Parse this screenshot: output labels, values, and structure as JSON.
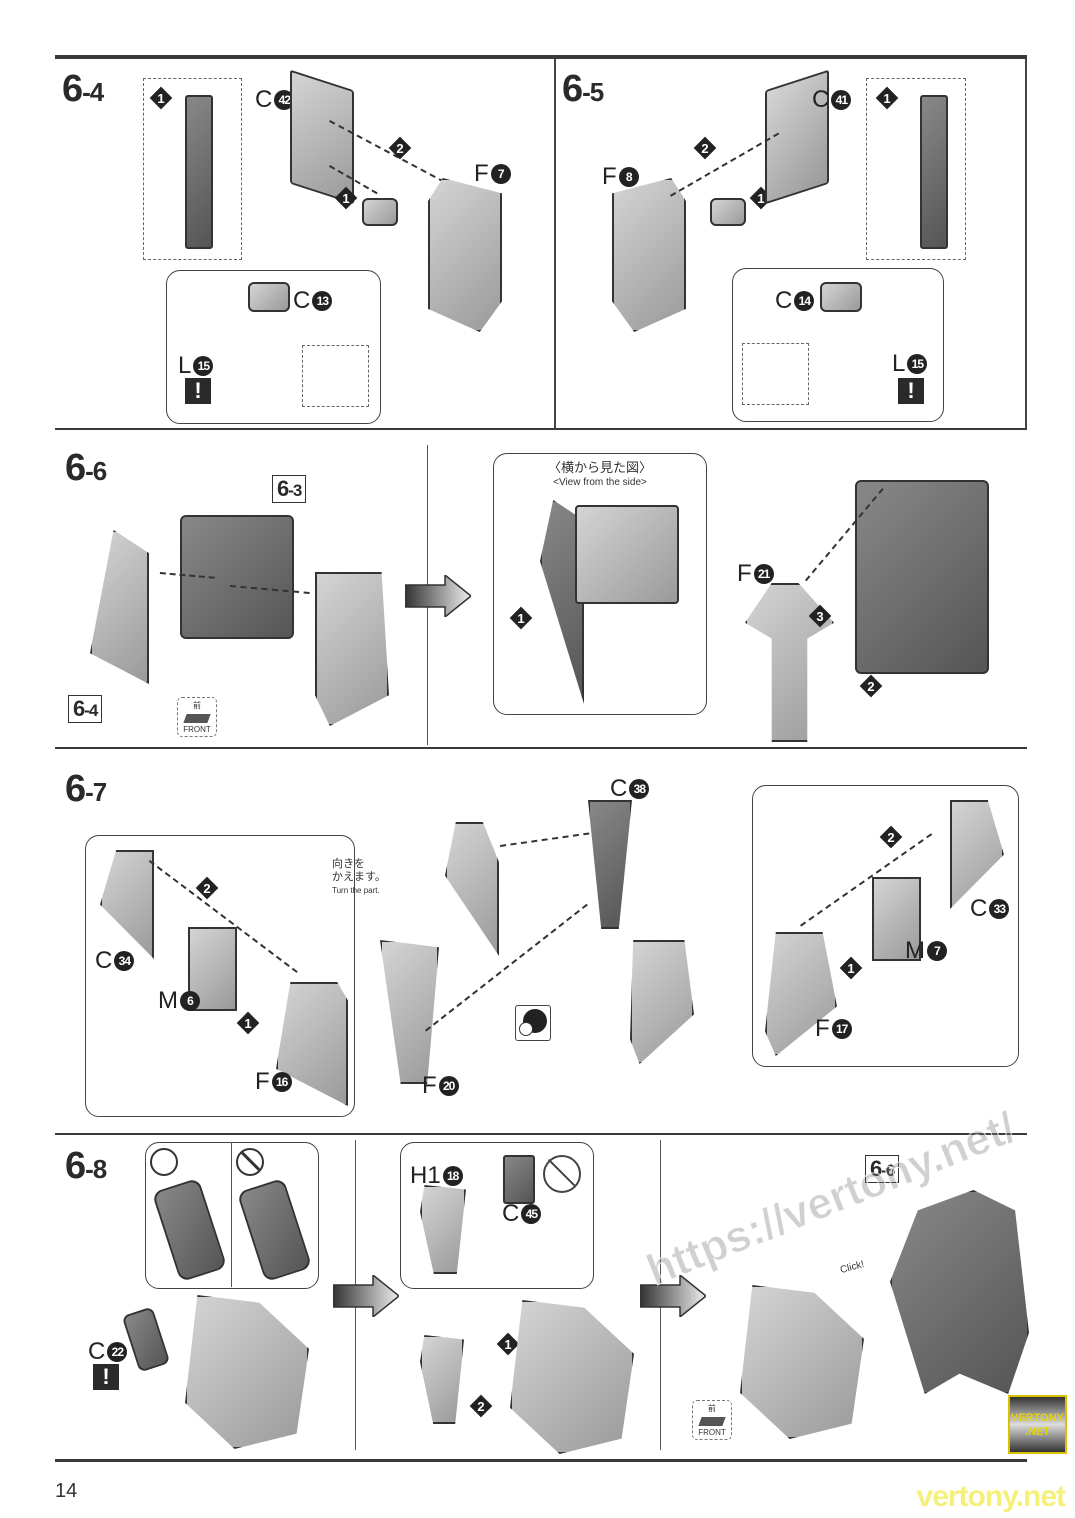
{
  "page": {
    "number": "14",
    "watermark_text": "vertony.net",
    "watermark_diag": "https://vertony.net/",
    "watermark_logo": [
      "VERTONY",
      ".NET"
    ],
    "colors": {
      "rule": "#3a3a3a",
      "watermark_yellow": "#f4f07a",
      "logo_gold": "#e6d300"
    }
  },
  "steps": {
    "s64": {
      "major": "6",
      "minor": "-4",
      "labels": {
        "c42": {
          "letter": "C",
          "num": "42"
        },
        "f7": {
          "letter": "F",
          "num": "7"
        },
        "c13": {
          "letter": "C",
          "num": "13"
        },
        "l15": {
          "letter": "L",
          "num": "15"
        }
      },
      "markers": {
        "inset": "1",
        "a": "1",
        "b": "2"
      },
      "warn": "!"
    },
    "s65": {
      "major": "6",
      "minor": "-5",
      "labels": {
        "c41": {
          "letter": "C",
          "num": "41"
        },
        "f8": {
          "letter": "F",
          "num": "8"
        },
        "c14": {
          "letter": "C",
          "num": "14"
        },
        "l15": {
          "letter": "L",
          "num": "15"
        }
      },
      "markers": {
        "inset": "1",
        "a": "1",
        "b": "2"
      },
      "warn": "!"
    },
    "s66": {
      "major": "6",
      "minor": "-6",
      "ref_63": {
        "major": "6",
        "minor": "-3"
      },
      "ref_64": {
        "major": "6",
        "minor": "-4"
      },
      "front": {
        "jp": "前",
        "en": "FRONT"
      },
      "side_view": {
        "jp": "〈横から見た図〉",
        "en": "<View from the side>"
      },
      "labels": {
        "f21": {
          "letter": "F",
          "num": "21"
        }
      },
      "markers": {
        "side": "1",
        "a": "2",
        "b": "3"
      }
    },
    "s67": {
      "major": "6",
      "minor": "-7",
      "labels": {
        "c34": {
          "letter": "C",
          "num": "34"
        },
        "m6": {
          "letter": "M",
          "num": "6"
        },
        "f16": {
          "letter": "F",
          "num": "16"
        },
        "f20": {
          "letter": "F",
          "num": "20"
        },
        "c38": {
          "letter": "C",
          "num": "38"
        },
        "c33": {
          "letter": "C",
          "num": "33"
        },
        "m7": {
          "letter": "M",
          "num": "7"
        },
        "f17": {
          "letter": "F",
          "num": "17"
        }
      },
      "turn_note": {
        "jp1": "向きを",
        "jp2": "かえます。",
        "en": "Turn the part."
      },
      "markers": {
        "l1": "1",
        "l2": "2",
        "r1": "1",
        "r2": "2"
      }
    },
    "s68": {
      "major": "6",
      "minor": "-8",
      "labels": {
        "c22": {
          "letter": "C",
          "num": "22"
        },
        "h118": {
          "letter": "H1",
          "num": "18"
        },
        "c45": {
          "letter": "C",
          "num": "45"
        }
      },
      "ref_6x": {
        "major": "6",
        "minor": "-6"
      },
      "click": "Click!",
      "front": {
        "jp": "前",
        "en": "FRONT"
      },
      "markers": {
        "a": "1",
        "b": "2"
      },
      "warn": "!"
    }
  }
}
